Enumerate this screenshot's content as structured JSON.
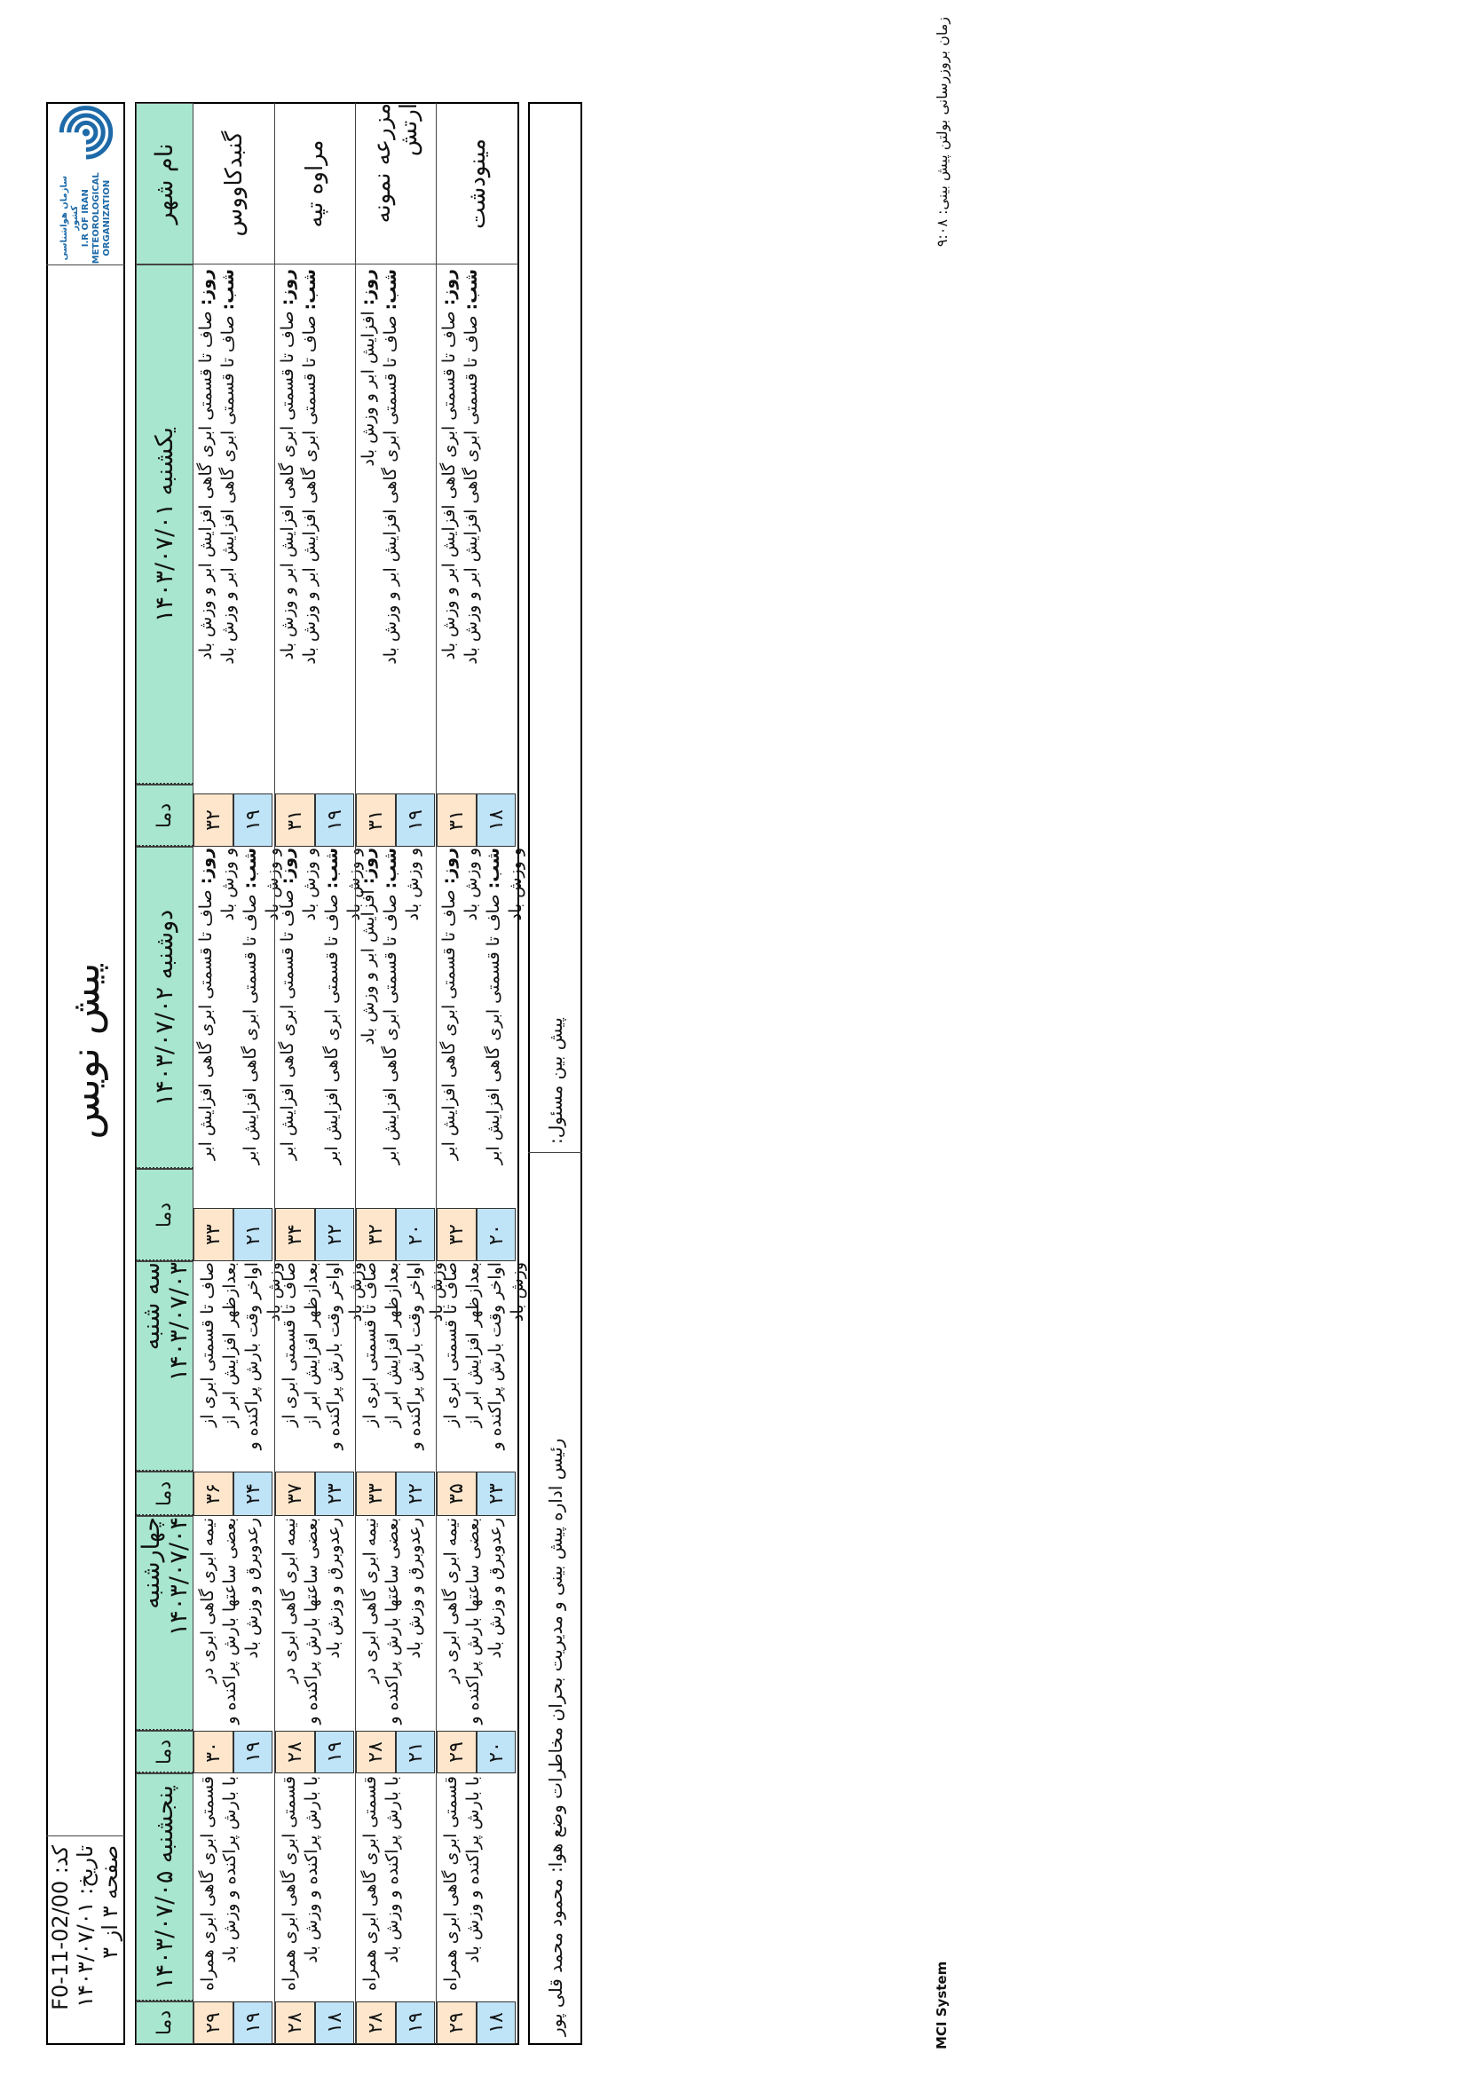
{
  "header": {
    "code_label": "کد:",
    "code_value": "F0-11-02/00",
    "date_label": "تاریخ:",
    "date_value": "۱۴۰۳/۰۷/۰۱",
    "page_label": "صفحه",
    "page_num": "۳",
    "page_of": "از",
    "page_total": "۳",
    "title": "پیش نویس",
    "org_name_fa": "سازمان هواشناسی کشور",
    "org_name_en": "I.R OF IRAN\nMETEOROLOGICAL\nORGANIZATION"
  },
  "table": {
    "city_header": "نام شهر",
    "temp_header": "دما",
    "days": [
      "یکشنبه ۱۴۰۳/۰۷/۰۱",
      "دوشنبه ۱۴۰۳/۰۷/۰۲",
      "سه شنبه ۱۴۰۳/۰۷/۰۳",
      "چهارشنبه ۱۴۰۳/۰۷/۰۴",
      "پنجشنبه ۱۴۰۳/۰۷/۰۵"
    ],
    "label_day": "روز:",
    "label_night": "شب:",
    "rows": [
      {
        "city": "گنبدکاووس",
        "d1_day": "صاف تا قسمتی ابری گاهی افزایش ابر و وزش باد",
        "d1_night": "صاف تا قسمتی ابری گاهی افزایش ابر و وزش باد",
        "d1_hi": "۳۲",
        "d1_lo": "۱۹",
        "d2_day": "صاف تا قسمتی ابری گاهی افزایش ابر و وزش باد",
        "d2_night": "صاف تا قسمتی ابری گاهی افزایش ابر و وزش باد",
        "d2_hi": "۳۳",
        "d2_lo": "۲۱",
        "d3": "صاف تا قسمتی ابری از بعدازظهر افزایش ابر از اواخر وقت بارش پراکنده و وزش باد",
        "d3_hi": "۳۶",
        "d3_lo": "۲۴",
        "d4": "نیمه ابری گاهی ابری در بعضی ساعتها بارش پراکنده و رعدوبرق و وزش باد",
        "d4_hi": "۳۰",
        "d4_lo": "۱۹",
        "d5": "قسمتی ابری گاهی ابری همراه با بارش پراکنده و وزش باد",
        "d5_hi": "۲۹",
        "d5_lo": "۱۹"
      },
      {
        "city": "مراوه تپه",
        "d1_day": "صاف تا قسمتی ابری گاهی افزایش ابر و وزش باد",
        "d1_night": "صاف تا قسمتی ابری گاهی افزایش ابر و وزش باد",
        "d1_hi": "۳۱",
        "d1_lo": "۱۹",
        "d2_day": "صاف تا قسمتی ابری گاهی افزایش ابر و وزش باد",
        "d2_night": "صاف تا قسمتی ابری گاهی افزایش ابر و وزش باد",
        "d2_hi": "۳۴",
        "d2_lo": "۲۲",
        "d3": "صاف تا قسمتی ابری از بعدازظهر افزایش ابر از اواخر وقت بارش پراکنده و وزش باد",
        "d3_hi": "۳۷",
        "d3_lo": "۲۳",
        "d4": "نیمه ابری گاهی ابری در بعضی ساعتها بارش پراکنده و رعدوبرق و وزش باد",
        "d4_hi": "۲۸",
        "d4_lo": "۱۹",
        "d5": "قسمتی ابری گاهی ابری همراه با بارش پراکنده و وزش باد",
        "d5_hi": "۲۸",
        "d5_lo": "۱۸"
      },
      {
        "city": "مزرعه نمونه ارتش",
        "d1_day": "افزایش ابر و وزش باد",
        "d1_night": "صاف تا قسمتی ابری گاهی افزایش ابر و وزش باد",
        "d1_hi": "۳۱",
        "d1_lo": "۱۹",
        "d2_day": "افزایش ابر و وزش باد",
        "d2_night": "صاف تا قسمتی ابری گاهی افزایش ابر و وزش باد",
        "d2_hi": "۳۲",
        "d2_lo": "۲۰",
        "d3": "صاف تا قسمتی ابری از بعدازظهر افزایش ابر از اواخر وقت بارش پراکنده و وزش باد",
        "d3_hi": "۳۳",
        "d3_lo": "۲۲",
        "d4": "نیمه ابری گاهی ابری در بعضی ساعتها بارش پراکنده و رعدوبرق و وزش باد",
        "d4_hi": "۲۸",
        "d4_lo": "۲۱",
        "d5": "قسمتی ابری گاهی ابری همراه با بارش پراکنده و وزش باد",
        "d5_hi": "۲۸",
        "d5_lo": "۱۹"
      },
      {
        "city": "مینودشت",
        "d1_day": "صاف تا قسمتی ابری گاهی افزایش ابر و وزش باد",
        "d1_night": "صاف تا قسمتی ابری گاهی افزایش ابر و وزش باد",
        "d1_hi": "۳۱",
        "d1_lo": "۱۸",
        "d2_day": "صاف تا قسمتی ابری گاهی افزایش ابر و وزش باد",
        "d2_night": "صاف تا قسمتی ابری گاهی افزایش ابر و وزش باد",
        "d2_hi": "۳۲",
        "d2_lo": "۲۰",
        "d3": "صاف تا قسمتی ابری از بعدازظهر افزایش ابر از اواخر وقت بارش پراکنده و وزش باد",
        "d3_hi": "۳۵",
        "d3_lo": "۲۳",
        "d4": "نیمه ابری گاهی ابری در بعضی ساعتها بارش پراکنده و رعدوبرق و وزش باد",
        "d4_hi": "۲۹",
        "d4_lo": "۲۰",
        "d5": "قسمتی ابری گاهی ابری همراه با بارش پراکنده و وزش باد",
        "d5_hi": "۲۹",
        "d5_lo": "۱۸"
      }
    ]
  },
  "footer": {
    "forecaster": "پیش بین مسئول:",
    "head_of_office": "رئیس اداره پیش بینی و مدیریت بحران مخاطرات وضع هوا:  محمود محمد قلی پور",
    "update_time": "زمان بروزرسانی بولتن پیش بینی: ۹:۰۸",
    "system": "MCI System"
  }
}
